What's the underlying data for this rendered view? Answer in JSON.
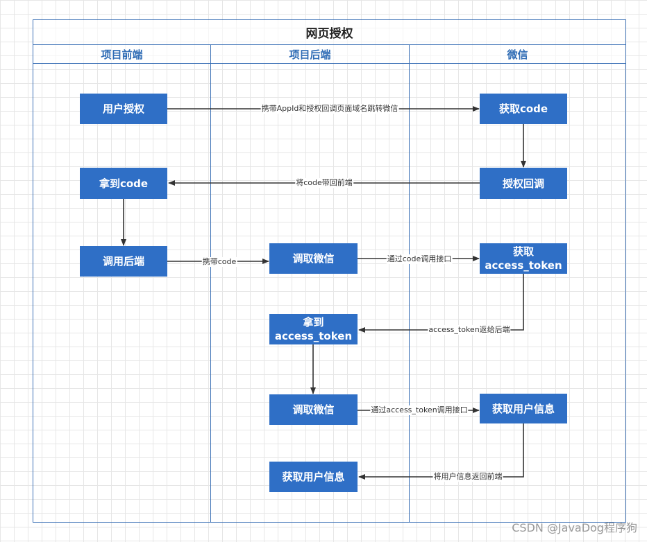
{
  "diagram": {
    "title": "网页授权",
    "lanes": [
      "项目前端",
      "项目后端",
      "微信"
    ],
    "nodes": {
      "user_auth": "用户授权",
      "get_code": "获取code",
      "auth_callback": "授权回调",
      "got_code": "拿到code",
      "call_backend": "调用后端",
      "call_wechat_1": "调取微信",
      "get_access_token": "获取\naccess_token",
      "got_access_token": "拿到\naccess_token",
      "call_wechat_2": "调取微信",
      "get_user_info_wx": "获取用户信息",
      "get_user_info_fe": "获取用户信息"
    },
    "edges": {
      "e1": "携带AppId和授权回调页面域名跳转微信",
      "e3": "将code带回前端",
      "e5": "携带code",
      "e6": "通过code调用接口",
      "e7": "access_token返给后端",
      "e9": "通过access_token调用接口",
      "e10": "将用户信息返回前端"
    }
  },
  "colors": {
    "node_fill": "#2f6fc6",
    "lane_border": "#3a6fb5",
    "lane_header_text": "#2f6cb5",
    "arrow": "#333333"
  },
  "watermark": "CSDN @JavaDog程序狗"
}
